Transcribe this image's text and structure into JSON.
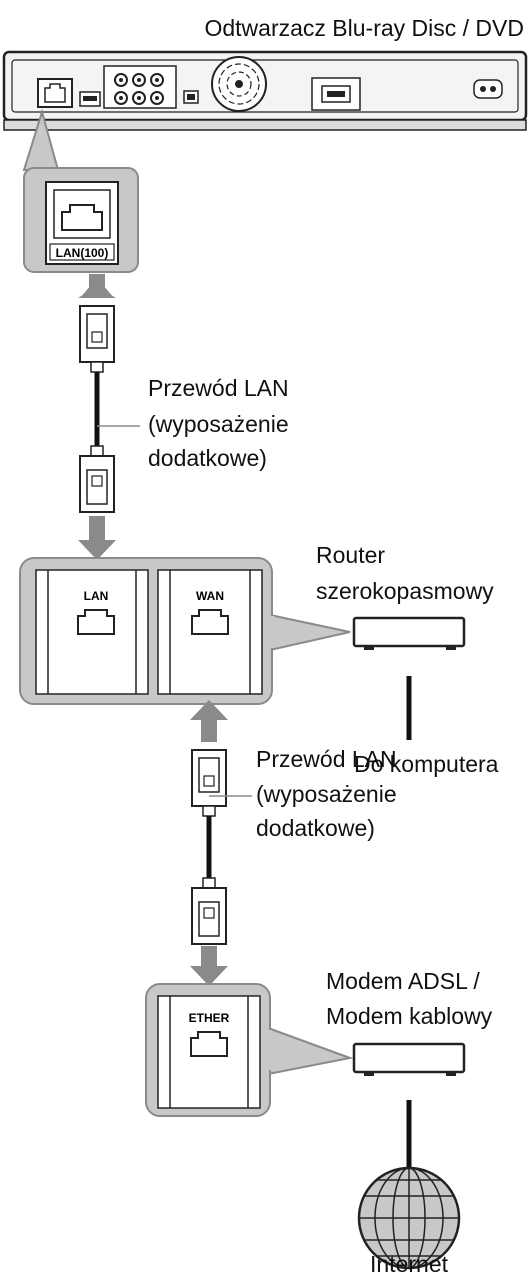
{
  "player": {
    "title": "Odtwarzacz Blu-ray Disc / DVD"
  },
  "ports": {
    "player_lan": "LAN(100)",
    "router_lan": "LAN",
    "router_wan": "WAN",
    "modem_ether": "ETHER"
  },
  "cable1": {
    "line1": "Przewód LAN",
    "line2": "(wyposażenie",
    "line3": "dodatkowe)"
  },
  "router": {
    "line1": "Router",
    "line2": "szerokopasmowy",
    "to_computer": "Do komputera"
  },
  "cable2": {
    "line1": "Przewód LAN",
    "line2": "(wyposażenie",
    "line3": "dodatkowe)"
  },
  "modem": {
    "line1": "Modem ADSL /",
    "line2": "Modem kablowy"
  },
  "internet": {
    "label": "Internet"
  }
}
